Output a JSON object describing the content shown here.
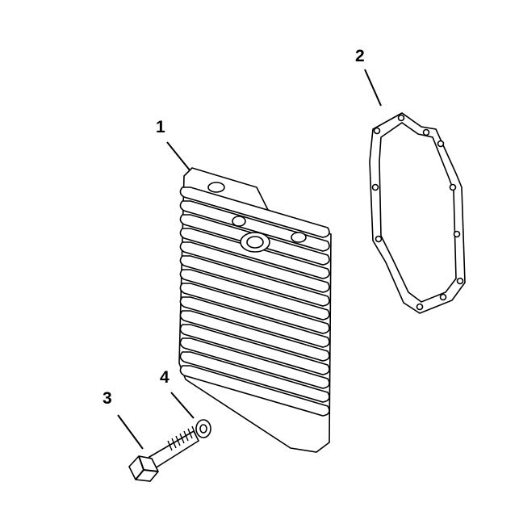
{
  "diagram": {
    "callouts": [
      {
        "id": "1",
        "label": "1",
        "part": "cylinder-head"
      },
      {
        "id": "2",
        "label": "2",
        "part": "gasket"
      },
      {
        "id": "3",
        "label": "3",
        "part": "bolt"
      },
      {
        "id": "4",
        "label": "4",
        "part": "washer"
      }
    ],
    "colors": {
      "line": "#000000",
      "background": "#ffffff"
    }
  }
}
